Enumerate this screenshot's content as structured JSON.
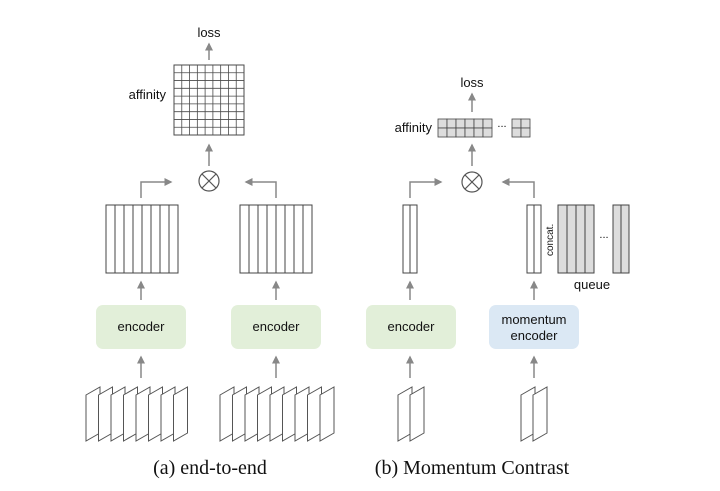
{
  "colors": {
    "arrow": "#888888",
    "grid_line": "#4a4a4a",
    "encoder_fill": "#e2efd9",
    "momentum_encoder_fill": "#dbe8f4",
    "queue_fill": "#dddddd"
  },
  "panel_a": {
    "loss": "loss",
    "affinity": "affinity",
    "encoder_left": "encoder",
    "encoder_right": "encoder",
    "caption": "(a) end-to-end"
  },
  "panel_b": {
    "loss": "loss",
    "affinity": "affinity",
    "ellipsis_affinity": "...",
    "encoder": "encoder",
    "momentum_encoder_line1": "momentum",
    "momentum_encoder_line2": "encoder",
    "concat": "concat.",
    "ellipsis_queue": "...",
    "queue": "queue",
    "caption": "(b) Momentum Contrast"
  }
}
